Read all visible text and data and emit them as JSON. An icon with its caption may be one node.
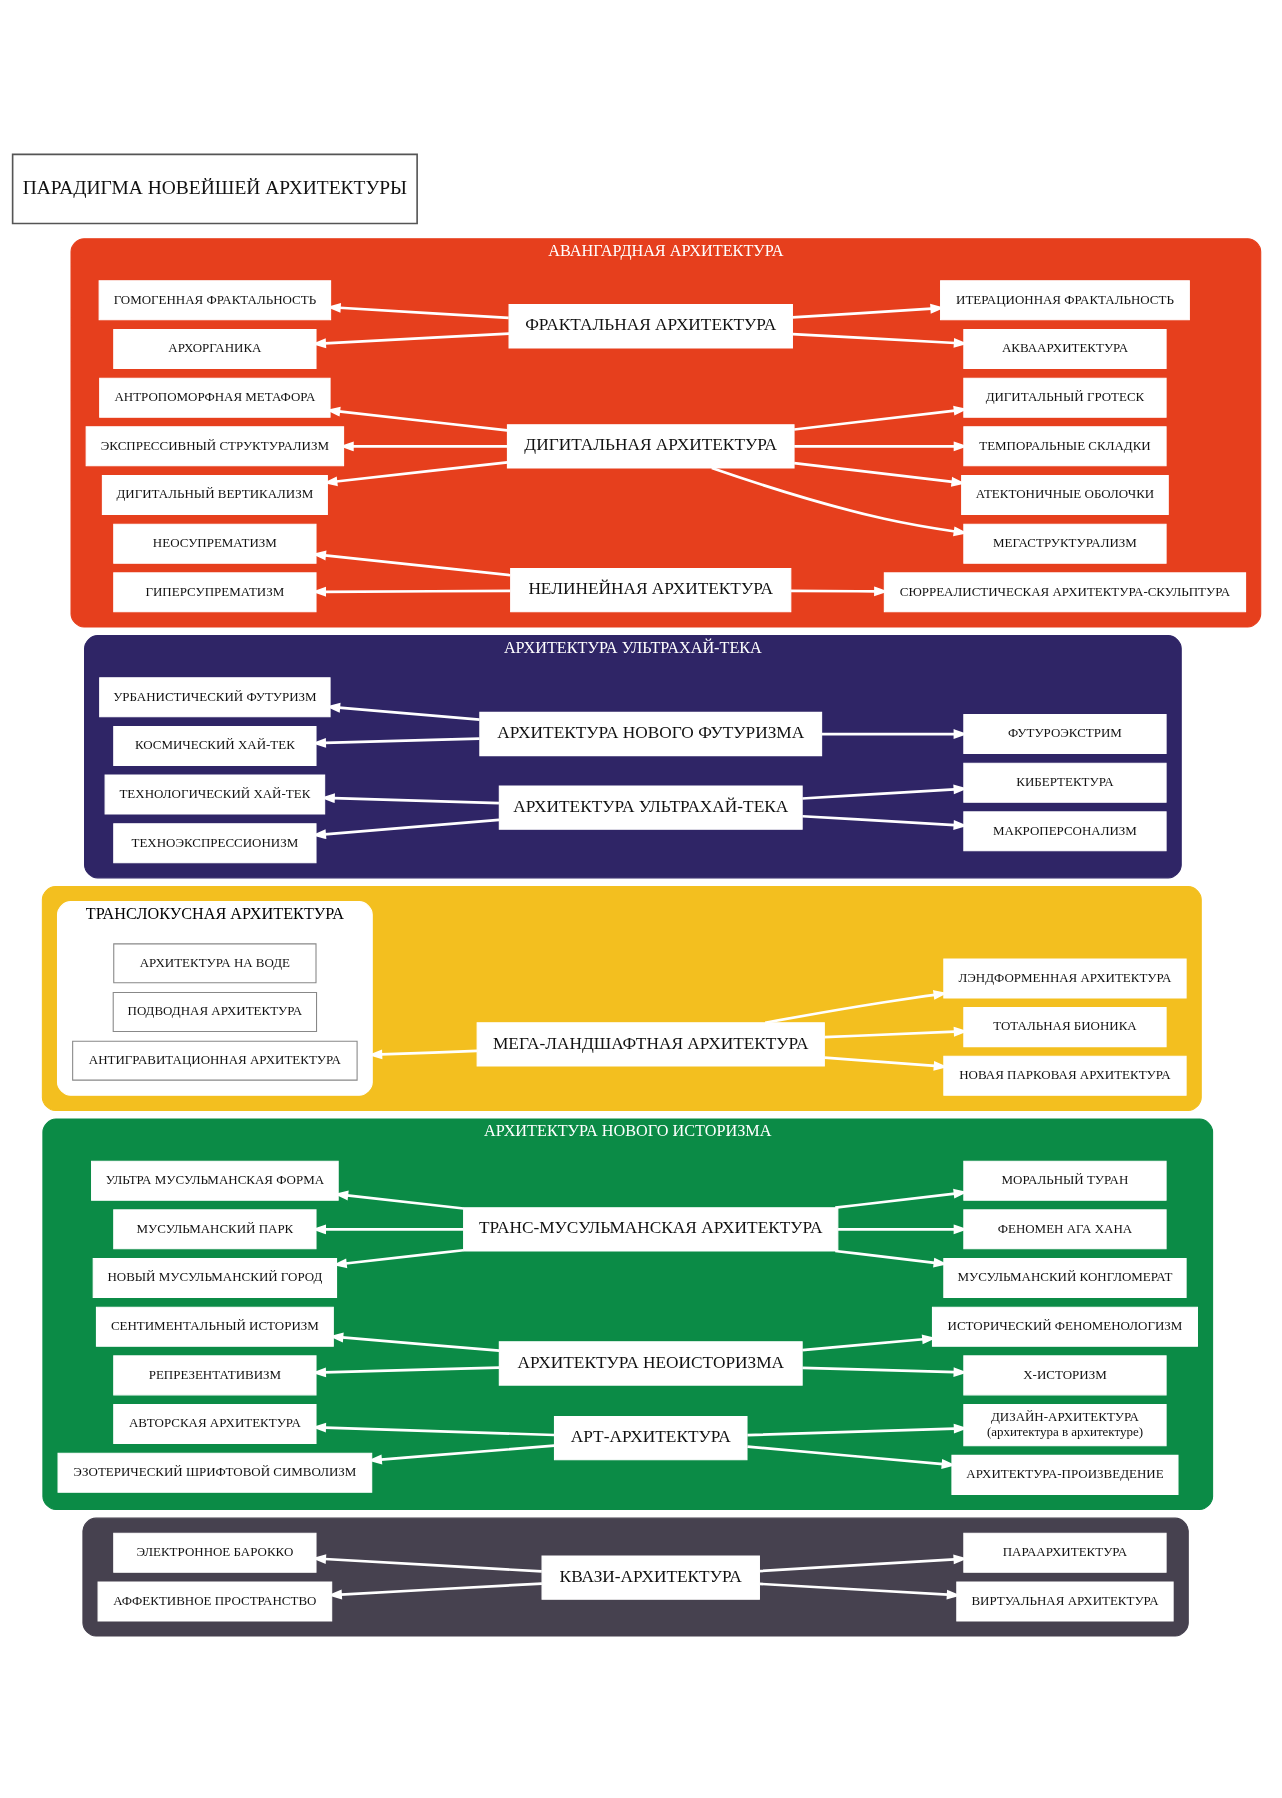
{
  "diagram": {
    "nodes": [
      {
        "text": [
          "ПАРАДИГМА НОВЕЙШЕЙ АРХИТЕКТУРЫ"
        ]
      },
      {
        "text": [
          "АВАНГАРДНАЯ АРХИТЕКТУРА"
        ]
      },
      {
        "text": [
          "НЕЛИНЕЙНАЯ АРХИТЕКТУРА"
        ],
        "in": 1
      },
      {
        "text": [
          "ГИПЕРСУПРЕМАТИЗМ"
        ],
        "in": 1
      },
      {
        "text": [
          "НЕОСУПРЕМАТИЗМ"
        ],
        "in": 1
      },
      {
        "text": [
          "СЮРРЕАЛИСТИЧЕСКАЯ АРХИТЕКТУРА-СКУЛЬПТУРА"
        ],
        "in": 1
      },
      {
        "text": [
          "ДИГИТАЛЬНАЯ АРХИТЕКТУРА"
        ],
        "in": 1
      },
      {
        "text": [
          "ДИГИТАЛЬНЫЙ ВЕРТИКАЛИЗМ"
        ],
        "in": 1
      },
      {
        "text": [
          "ЭКСПРЕССИВНЫЙ СТРУКТУРАЛИЗМ"
        ],
        "in": 1
      },
      {
        "text": [
          "АНТРОПОМОРФНАЯ МЕТАФОРА"
        ],
        "in": 1
      },
      {
        "text": [
          "МЕГАСТРУКТУРАЛИЗМ"
        ],
        "in": 1
      },
      {
        "text": [
          "АТЕКТОНИЧНЫЕ ОБОЛОЧКИ"
        ],
        "in": 1
      },
      {
        "text": [
          "ТЕМПОРАЛЬНЫЕ СКЛАДКИ"
        ],
        "in": 1
      },
      {
        "text": [
          "ДИГИТАЛЬНЫЙ ГРОТЕСК"
        ],
        "in": 1
      },
      {
        "text": [
          "ФРАКТАЛЬНАЯ АРХИТЕКТУРА"
        ],
        "in": 1
      },
      {
        "text": [
          "АРХОРГАНИКА"
        ],
        "in": 1
      },
      {
        "text": [
          "ГОМОГЕННАЯ ФРАКТАЛЬНОСТЬ"
        ],
        "in": 1
      },
      {
        "text": [
          "АКВААРХИТЕКТУРА"
        ],
        "in": 1
      },
      {
        "text": [
          "ИТЕРАЦИОННАЯ ФРАКТАЛЬНОСТЬ"
        ],
        "in": 1
      },
      {
        "text": [
          "АРХИТЕКТУРА УЛЬТРАХАЙ-ТЕКА"
        ]
      },
      {
        "text": [
          "АРХИТЕКТУРА УЛЬТРАХАЙ-ТЕКА"
        ],
        "in": 19
      },
      {
        "text": [
          "ТЕХНОЭКСПРЕССИОНИЗМ"
        ],
        "in": 19
      },
      {
        "text": [
          "ТЕХНОЛОГИЧЕСКИЙ ХАЙ-ТЕК"
        ],
        "in": 19
      },
      {
        "text": [
          "МАКРОПЕРСОНАЛИЗМ"
        ],
        "in": 19
      },
      {
        "text": [
          "КИБЕРТЕКТУРА"
        ],
        "in": 19
      },
      {
        "text": [
          "АРХИТЕКТУРА НОВОГО ФУТУРИЗМА"
        ],
        "in": 19
      },
      {
        "text": [
          "КОСМИЧЕСКИЙ ХАЙ-ТЕК"
        ],
        "in": 19
      },
      {
        "text": [
          "УРБАНИСТИЧЕСКИЙ ФУТУРИЗМ"
        ],
        "in": 19
      },
      {
        "text": [
          "ФУТУРОЭКСТРИМ"
        ],
        "in": 19
      },
      {
        "text": [],
        "shape": "box"
      },
      {
        "text": [
          "МЕГА-ЛАНДШАФТНАЯ АРХИТЕКТУРА"
        ],
        "in": 29
      },
      {
        "text": [
          "ТРАНСЛОКУСНАЯ АРХИТЕКТУРА"
        ],
        "in": 29
      },
      {
        "text": [
          "АНТИГРАВИТАЦИОННАЯ АРХИТЕКТУРА"
        ],
        "in": 31
      },
      {
        "text": [
          "ПОДВОДНАЯ АРХИТЕКТУРА"
        ],
        "in": 31
      },
      {
        "text": [
          "АРХИТЕКТУРА НА ВОДЕ"
        ],
        "in": 31
      },
      {
        "text": [
          "НОВАЯ ПАРКОВАЯ АРХИТЕКТУРА"
        ],
        "in": 29
      },
      {
        "text": [
          "ТОТАЛЬНАЯ БИОНИКА"
        ],
        "in": 29
      },
      {
        "text": [
          "ЛЭНДФОРМЕННАЯ АРХИТЕКТУРА"
        ],
        "in": 29
      },
      {
        "text": [
          "АРХИТЕКТУРА НОВОГО ИСТОРИЗМА"
        ]
      },
      {
        "text": [
          "АРТ-АРХИТЕКТУРА"
        ],
        "in": 38
      },
      {
        "text": [
          "ЭЗОТЕРИЧЕСКИЙ ШРИФТОВОЙ СИМВОЛИЗМ"
        ],
        "in": 38
      },
      {
        "text": [
          "АВТОРСКАЯ АРХИТЕКТУРА"
        ],
        "in": 38
      },
      {
        "text": [
          "АРХИТЕКТУРА-ПРОИЗВЕДЕНИЕ"
        ],
        "in": 38
      },
      {
        "text": [
          "ДИЗАЙН-АРХИТЕКТУРА",
          "(архитектура в архитектуре)"
        ],
        "in": 38
      },
      {
        "text": [
          "АРХИТЕКТУРА НЕОИСТОРИЗМА"
        ],
        "in": 38
      },
      {
        "text": [
          "РЕПРЕЗЕНТАТИВИЗМ"
        ],
        "in": 38
      },
      {
        "text": [
          "СЕНТИМЕНТАЛЬНЫЙ ИСТОРИЗМ"
        ],
        "in": 38
      },
      {
        "text": [
          "Х-ИСТОРИЗМ"
        ],
        "in": 38
      },
      {
        "text": [
          "ИСТОРИЧЕСКИЙ ФЕНОМЕНОЛОГИЗМ"
        ],
        "in": 38
      },
      {
        "text": [
          "ТРАНС-МУСУЛЬМАНСКАЯ АРХИТЕКТУРА"
        ],
        "in": 38
      },
      {
        "text": [
          "НОВЫЙ МУСУЛЬМАНСКИЙ ГОРОД"
        ],
        "in": 38
      },
      {
        "text": [
          "МУСУЛЬМАНСКИЙ ПАРК"
        ],
        "in": 38
      },
      {
        "text": [
          "УЛЬТРА МУСУЛЬМАНСКАЯ ФОРМА"
        ],
        "in": 38
      },
      {
        "text": [
          "МУСУЛЬМАНСКИЙ КОНГЛОМЕРАТ"
        ],
        "in": 38
      },
      {
        "text": [
          "ФЕНОМЕН АГА ХАНА"
        ],
        "in": 38
      },
      {
        "text": [
          "МОРАЛЬНЫЙ ТУРАН"
        ],
        "in": 38
      },
      {
        "text": [],
        "shape": "box"
      },
      {
        "text": [
          "КВАЗИ-АРХИТЕКТУРА"
        ],
        "in": 56
      },
      {
        "text": [
          "АФФЕКТИВНОЕ ПРОСТРАНСТВО"
        ],
        "in": 56
      },
      {
        "text": [
          "ЭЛЕКТРОННОЕ БАРОККО"
        ],
        "in": 56
      },
      {
        "text": [
          "ВИРТУАЛЬНАЯ АРХИТЕКТУРА"
        ],
        "in": 56
      },
      {
        "text": [
          "ПАРААРХИТЕКТУРА"
        ],
        "in": 56
      }
    ],
    "edges": [
      {
        "from": 2,
        "to": 3,
        "arrow": "to"
      },
      {
        "from": 2,
        "to": 4,
        "arrow": "to"
      },
      {
        "from": 2,
        "to": 5,
        "arrow": "to"
      },
      {
        "from": 6,
        "to": 7,
        "arrow": "to"
      },
      {
        "from": 6,
        "to": 8,
        "arrow": "to"
      },
      {
        "from": 6,
        "to": 9,
        "arrow": "to"
      },
      {
        "from": 6,
        "to": 10,
        "arrow": "to"
      },
      {
        "from": 6,
        "to": 11,
        "arrow": "to"
      },
      {
        "from": 6,
        "to": 12,
        "arrow": "to"
      },
      {
        "from": 6,
        "to": 13,
        "arrow": "to"
      },
      {
        "from": 14,
        "to": 15,
        "arrow": "to"
      },
      {
        "from": 14,
        "to": 16,
        "arrow": "to"
      },
      {
        "from": 14,
        "to": 17,
        "arrow": "to"
      },
      {
        "from": 14,
        "to": 18,
        "arrow": "to"
      },
      {
        "from": 20,
        "to": 21,
        "arrow": "to"
      },
      {
        "from": 20,
        "to": 22,
        "arrow": "to"
      },
      {
        "from": 20,
        "to": 23,
        "arrow": "to"
      },
      {
        "from": 20,
        "to": 24,
        "arrow": "to"
      },
      {
        "from": 25,
        "to": 26,
        "arrow": "to"
      },
      {
        "from": 25,
        "to": 27,
        "arrow": "to"
      },
      {
        "from": 25,
        "to": 28,
        "arrow": "to"
      },
      {
        "from": 30,
        "to": 31,
        "arrow": "to"
      },
      {
        "from": 30,
        "to": 35,
        "arrow": "to"
      },
      {
        "from": 30,
        "to": 36,
        "arrow": "to"
      },
      {
        "from": 30,
        "to": 37,
        "arrow": "to"
      },
      {
        "from": 39,
        "to": 40,
        "arrow": "to"
      },
      {
        "from": 39,
        "to": 41,
        "arrow": "to"
      },
      {
        "from": 39,
        "to": 42,
        "arrow": "to"
      },
      {
        "from": 39,
        "to": 43,
        "arrow": "to"
      },
      {
        "from": 44,
        "to": 45,
        "arrow": "to"
      },
      {
        "from": 44,
        "to": 46,
        "arrow": "to"
      },
      {
        "from": 44,
        "to": 47,
        "arrow": "to"
      },
      {
        "from": 44,
        "to": 48,
        "arrow": "to"
      },
      {
        "from": 49,
        "to": 50,
        "arrow": "to"
      },
      {
        "from": 49,
        "to": 51,
        "arrow": "to"
      },
      {
        "from": 49,
        "to": 52,
        "arrow": "to"
      },
      {
        "from": 49,
        "to": 53,
        "arrow": "to"
      },
      {
        "from": 49,
        "to": 54,
        "arrow": "to"
      },
      {
        "from": 49,
        "to": 55,
        "arrow": "to"
      },
      {
        "from": 57,
        "to": 58,
        "arrow": "to"
      },
      {
        "from": 57,
        "to": 59,
        "arrow": "to"
      },
      {
        "from": 57,
        "to": 60,
        "arrow": "to"
      },
      {
        "from": 57,
        "to": 61,
        "arrow": "to"
      }
    ]
  }
}
